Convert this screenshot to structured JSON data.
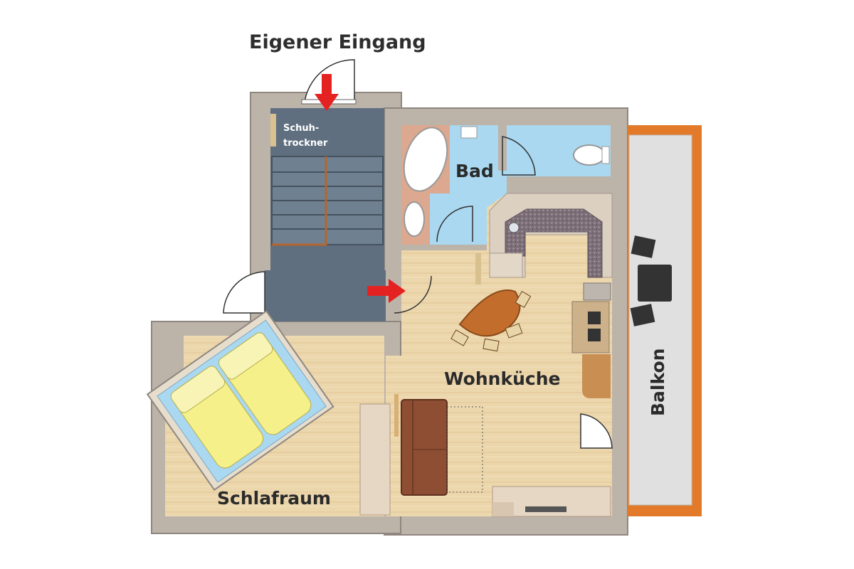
{
  "labels": {
    "entrance": "Eigener Eingang",
    "shoe_dryer_line1": "Schuh-",
    "shoe_dryer_line2": "trockner",
    "bathroom": "Bad",
    "living_kitchen": "Wohnküche",
    "bedroom": "Schlafraum",
    "balcony": "Balkon"
  },
  "colors": {
    "wall": "#bcb3a9",
    "wall_edge": "#8f877f",
    "floor_wood": "#ecd6ac",
    "stairwell": "#5f6f80",
    "bathroom_tile": "#a9d8f0",
    "bathroom_wood": "#dca890",
    "balcony_rail": "#e27a2a",
    "balcony_floor": "#e0e0e0",
    "arrow": "#e42222",
    "sofa": "#8e4e34",
    "table": "#c26d2c",
    "countertop": "#8b7b80",
    "bed_sheet": "#f5f08a"
  }
}
